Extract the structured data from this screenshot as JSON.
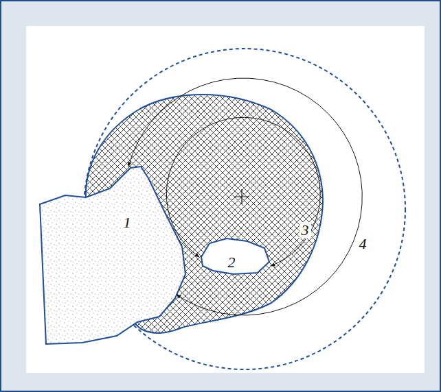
{
  "diagram": {
    "nodes": [
      {
        "text": [
          "1"
        ]
      },
      {
        "text": [
          "2"
        ]
      }
    ],
    "labels": [
      "3",
      "4"
    ]
  }
}
